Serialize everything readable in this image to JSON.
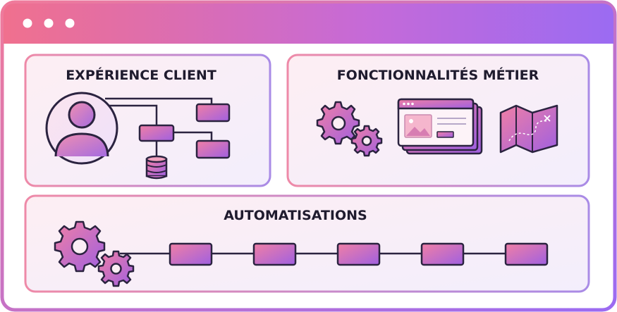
{
  "window": {
    "dots": [
      "dot",
      "dot",
      "dot"
    ]
  },
  "panels": {
    "experience": {
      "title": "EXPÉRIENCE CLIENT"
    },
    "fonctionnalites": {
      "title": "FONCTIONNALITÉS MÉTIER"
    },
    "automatisations": {
      "title": "AUTOMATISATIONS"
    }
  },
  "icons": {
    "user": "user-avatar-icon",
    "database": "database-icon",
    "gears": "gears-icon",
    "browser": "browser-window-icon",
    "map": "map-icon"
  },
  "colors": {
    "gradient_start": "#f0708e",
    "gradient_end": "#9b6bf2",
    "box_fill_start": "#f07fa5",
    "box_fill_end": "#a060e0",
    "outline": "#2b2340",
    "panel_bg": "#f9eef5"
  }
}
